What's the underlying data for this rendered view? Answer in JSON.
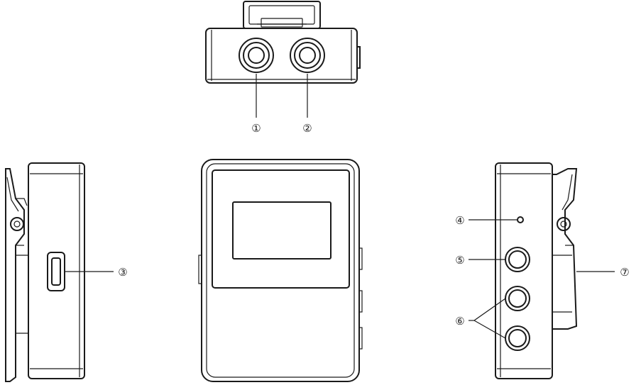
{
  "callouts": {
    "c1": "①",
    "c2": "②",
    "c3": "③",
    "c4": "④",
    "c5": "⑤",
    "c6": "⑥",
    "c7": "⑦"
  },
  "colors": {
    "line": "#1a1a1a",
    "background": "#ffffff"
  }
}
